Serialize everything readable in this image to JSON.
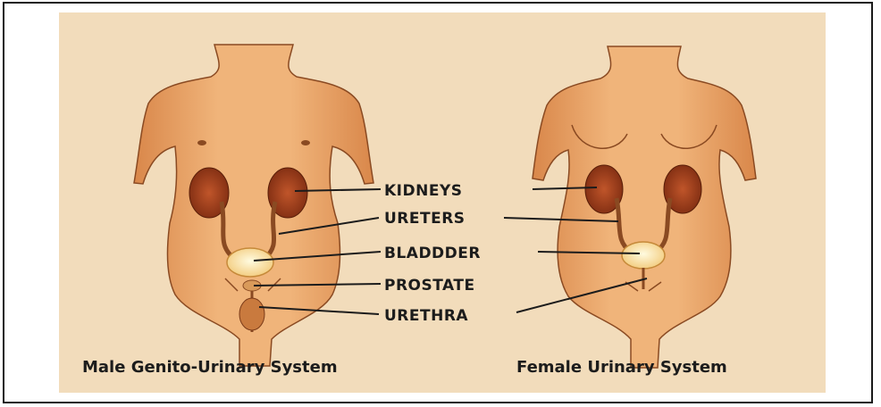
{
  "labels": {
    "kidneys": "KIDNEYS",
    "ureters": "URETERS",
    "bladder": "BLADDDER",
    "prostate": "PROSTATE",
    "urethra": "URETHRA"
  },
  "captions": {
    "male": "Male Genito-Urinary System",
    "female": "Female Urinary System"
  },
  "colors": {
    "background": "#f2dcbb",
    "skin": "#e8a86a",
    "kidney": "#a8421e",
    "bladder": "#fff3b0"
  }
}
